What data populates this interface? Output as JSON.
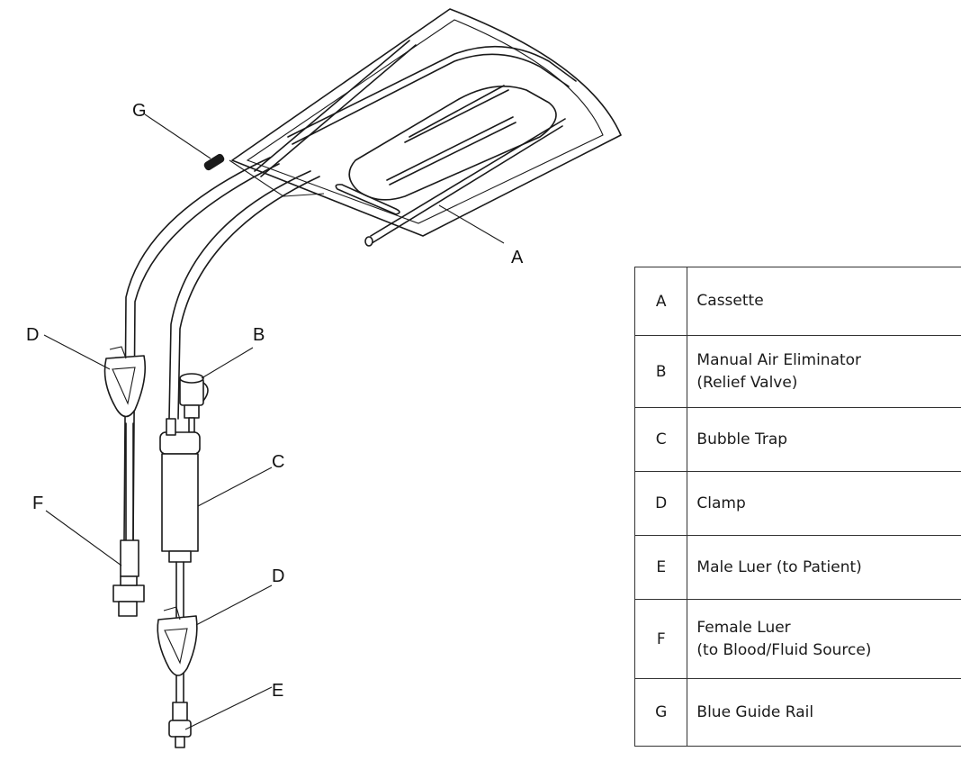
{
  "callouts": [
    "A",
    "B",
    "C",
    "D",
    "D",
    "E",
    "F",
    "G"
  ],
  "legend": [
    {
      "key": "A",
      "lines": [
        "Cassette"
      ]
    },
    {
      "key": "B",
      "lines": [
        "Manual Air Eliminator",
        "(Relief Valve)"
      ]
    },
    {
      "key": "C",
      "lines": [
        "Bubble Trap"
      ]
    },
    {
      "key": "D",
      "lines": [
        "Clamp"
      ]
    },
    {
      "key": "E",
      "lines": [
        "Male Luer (to Patient)"
      ]
    },
    {
      "key": "F",
      "lines": [
        "Female Luer",
        "(to Blood/Fluid Source)"
      ]
    },
    {
      "key": "G",
      "lines": [
        "Blue Guide Rail"
      ]
    }
  ]
}
